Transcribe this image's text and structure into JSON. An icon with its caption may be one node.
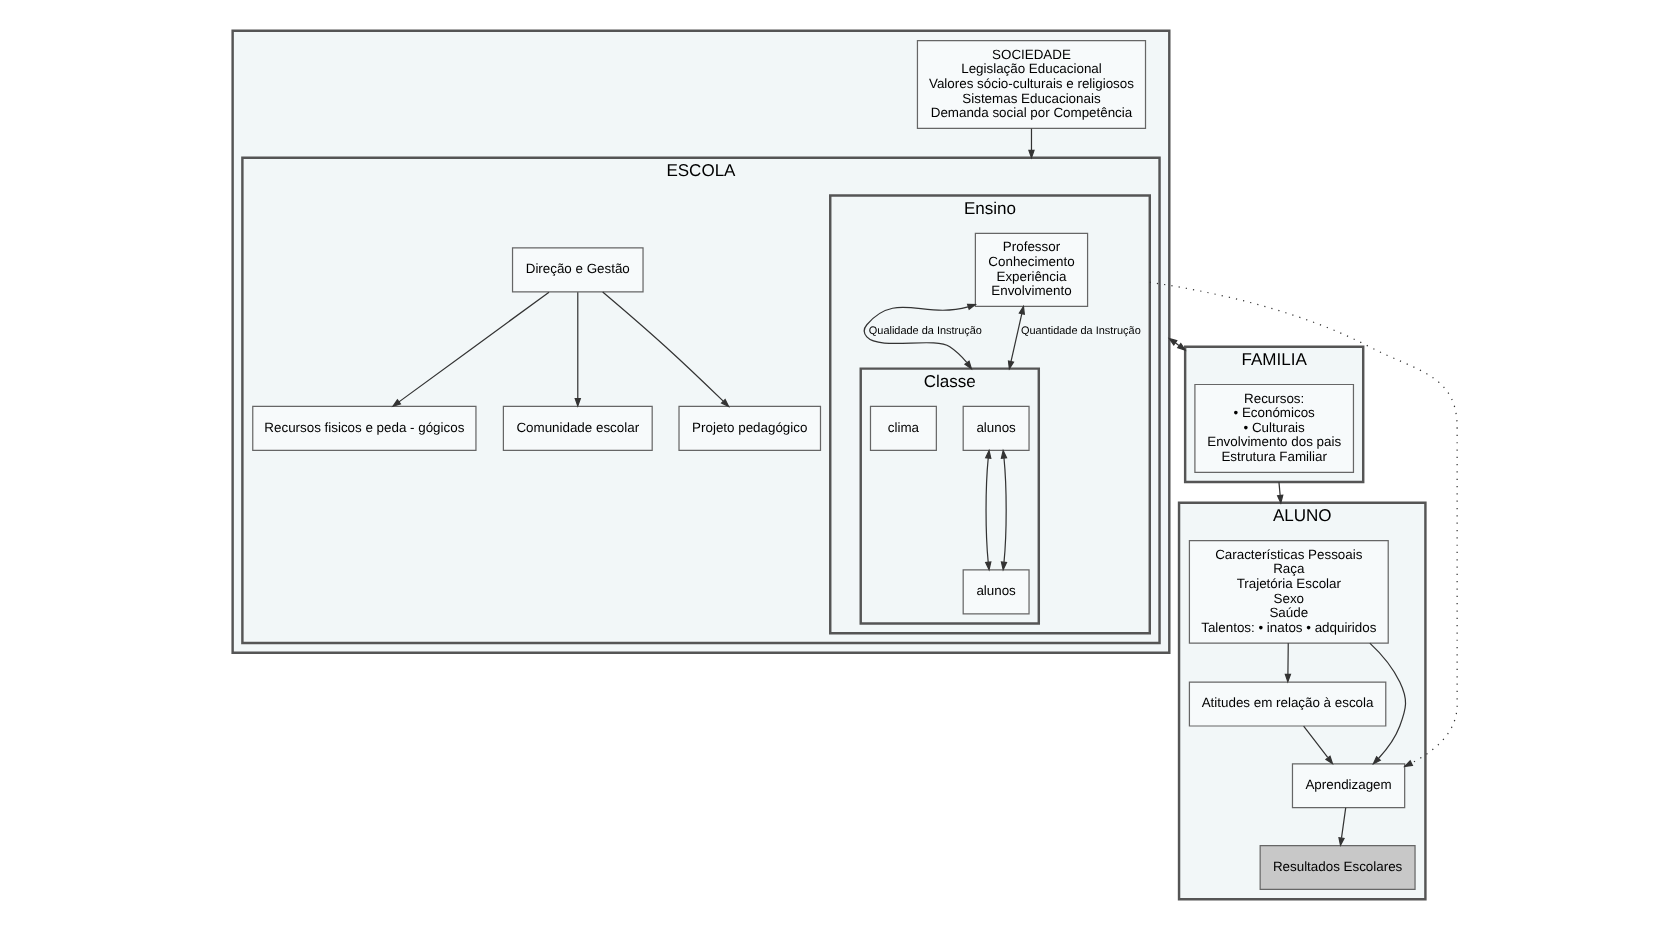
{
  "diagram": {
    "nodes": [
      {
        "text": [
          "FAMILIA"
        ]
      },
      {
        "text": [
          "Recursos:",
          "• Económicos",
          "• Culturais",
          "Envolvimento dos pais",
          "Estrutura Familiar"
        ],
        "in": 0
      },
      {
        "text": [
          "ALUNO"
        ]
      },
      {
        "text": [
          "Características Pessoais",
          "Raça",
          "Trajetória Escolar",
          "Sexo",
          "Saúde",
          "Talentos: • inatos • adquiridos"
        ],
        "in": 2
      },
      {
        "text": [
          "Atitudes em relação à escola"
        ],
        "in": 2
      },
      {
        "text": [
          "Aprendizagem"
        ],
        "in": 2
      },
      {
        "text": [
          "Resultados Escolares"
        ],
        "in": 2
      },
      {
        "text": [],
        "shape": "box"
      },
      {
        "text": [
          "ESCOLA"
        ],
        "in": 7
      },
      {
        "text": [
          "Ensino"
        ],
        "in": 8
      },
      {
        "text": [
          "Professor",
          "Conhecimento",
          "Experiência",
          "Envolvimento"
        ],
        "in": 9
      },
      {
        "text": [
          "Classe"
        ],
        "in": 9
      },
      {
        "text": [
          "alunos"
        ],
        "in": 11
      },
      {
        "text": [
          "clima"
        ],
        "in": 11
      },
      {
        "text": [
          "alunos"
        ],
        "in": 11
      },
      {
        "text": [
          "Recursos fisicos e peda - gógicos"
        ],
        "in": 8
      },
      {
        "text": [
          "Comunidade escolar"
        ],
        "in": 8
      },
      {
        "text": [
          "Projeto pedagógico"
        ],
        "in": 8
      },
      {
        "text": [
          "Direção e Gestão"
        ],
        "in": 8
      },
      {
        "text": [
          "SOCIEDADE",
          "Legislação Educacional",
          "Valores sócio-culturais e religiosos",
          "Sistemas Educacionais",
          "Demanda social por Competência"
        ],
        "in": 7
      }
    ],
    "edges": [
      {
        "from": 0,
        "to": 2,
        "arrow": "to"
      },
      {
        "from": 7,
        "to": 0,
        "arrow": "both"
      },
      {
        "from": 3,
        "to": 4,
        "arrow": "to"
      },
      {
        "from": 3,
        "to": 5,
        "arrow": "to"
      },
      {
        "from": 4,
        "to": 5,
        "arrow": "to"
      },
      {
        "from": 5,
        "to": 6,
        "arrow": "to"
      },
      {
        "from": 9,
        "to": 5,
        "arrow": "to",
        "style": "dashed"
      },
      {
        "from": 10,
        "to": 11,
        "arrow": "both",
        "label": "Qualidade da Instrução"
      },
      {
        "from": 10,
        "to": 11,
        "arrow": "both",
        "label": "Quantidade da Instrução"
      },
      {
        "from": 12,
        "to": 14,
        "arrow": "both"
      },
      {
        "from": 14,
        "to": 12,
        "arrow": "both"
      },
      {
        "from": 18,
        "to": 15,
        "arrow": "to"
      },
      {
        "from": 18,
        "to": 16,
        "arrow": "to"
      },
      {
        "from": 18,
        "to": 17,
        "arrow": "to"
      },
      {
        "from": 19,
        "to": 8,
        "arrow": "to"
      }
    ]
  }
}
